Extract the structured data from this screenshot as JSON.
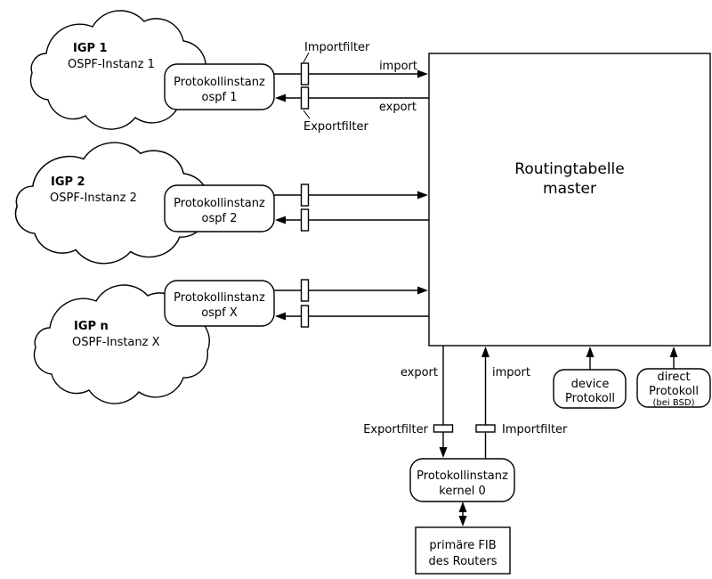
{
  "colors": {
    "ink": "#000000",
    "paper": "#ffffff"
  },
  "clouds": [
    {
      "name": "IGP 1",
      "instance": "OSPF-Instanz 1"
    },
    {
      "name": "IGP 2",
      "instance": "OSPF-Instanz 2"
    },
    {
      "name": "IGP n",
      "instance": "OSPF-Instanz X"
    }
  ],
  "protocols": [
    {
      "type": "Protokollinstanz",
      "instance": "ospf 1"
    },
    {
      "type": "Protokollinstanz",
      "instance": "ospf 2"
    },
    {
      "type": "Protokollinstanz",
      "instance": "ospf X"
    }
  ],
  "routing_table": {
    "title": "Routingtabelle",
    "subtitle": "master"
  },
  "top_filters": {
    "import_label": "Importfilter",
    "export_label": "Exportfilter"
  },
  "top_flows": {
    "import": "import",
    "export": "export"
  },
  "bottom_flows": {
    "export": "export",
    "import": "import"
  },
  "bottom_filters": {
    "export_label": "Exportfilter",
    "import_label": "Importfilter"
  },
  "kernel": {
    "type": "Protokollinstanz",
    "instance": "kernel 0"
  },
  "fib": {
    "line1": "primäre FIB",
    "line2": "des Routers"
  },
  "device": {
    "line1": "device",
    "line2": "Protokoll"
  },
  "direct": {
    "line1": "direct",
    "line2": "Protokoll",
    "line3": "(bei BSD)"
  }
}
